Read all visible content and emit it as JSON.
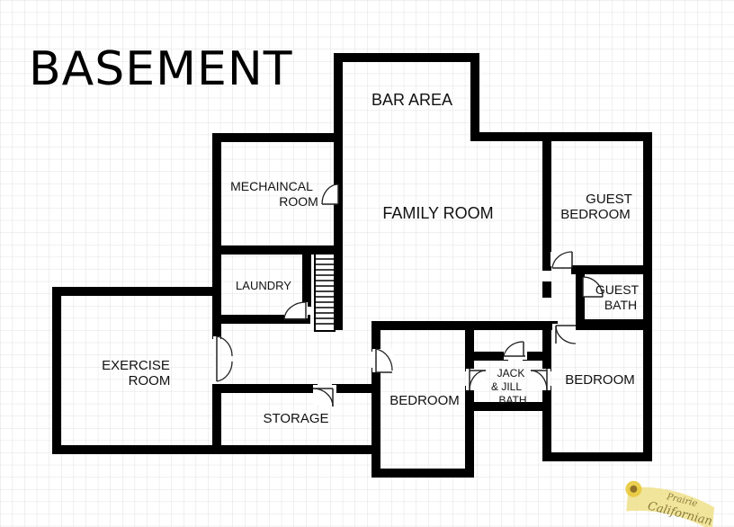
{
  "title": "BASEMENT",
  "rooms": {
    "bar_area": "BAR AREA",
    "family_room": "FAMILY ROOM",
    "mechanical_line1": "MECHAINCAL",
    "mechanical_line2": "ROOM",
    "guest_bedroom_line1": "GUEST",
    "guest_bedroom_line2": "BEDROOM",
    "laundry": "LAUNDRY",
    "guest_bath_line1": "GUEST",
    "guest_bath_line2": "BATH",
    "exercise_line1": "EXERCISE",
    "exercise_line2": "ROOM",
    "storage": "STORAGE",
    "bedroom_center": "BEDROOM",
    "jack_jill_line1": "JACK",
    "jack_jill_line2": "& JILL",
    "jack_jill_line3": "BATH",
    "bedroom_right": "BEDROOM"
  },
  "watermark": "Prairie Californian",
  "colors": {
    "grid": "#d6d6d6",
    "wall": "#000000",
    "watermark": "#e8d77a"
  }
}
